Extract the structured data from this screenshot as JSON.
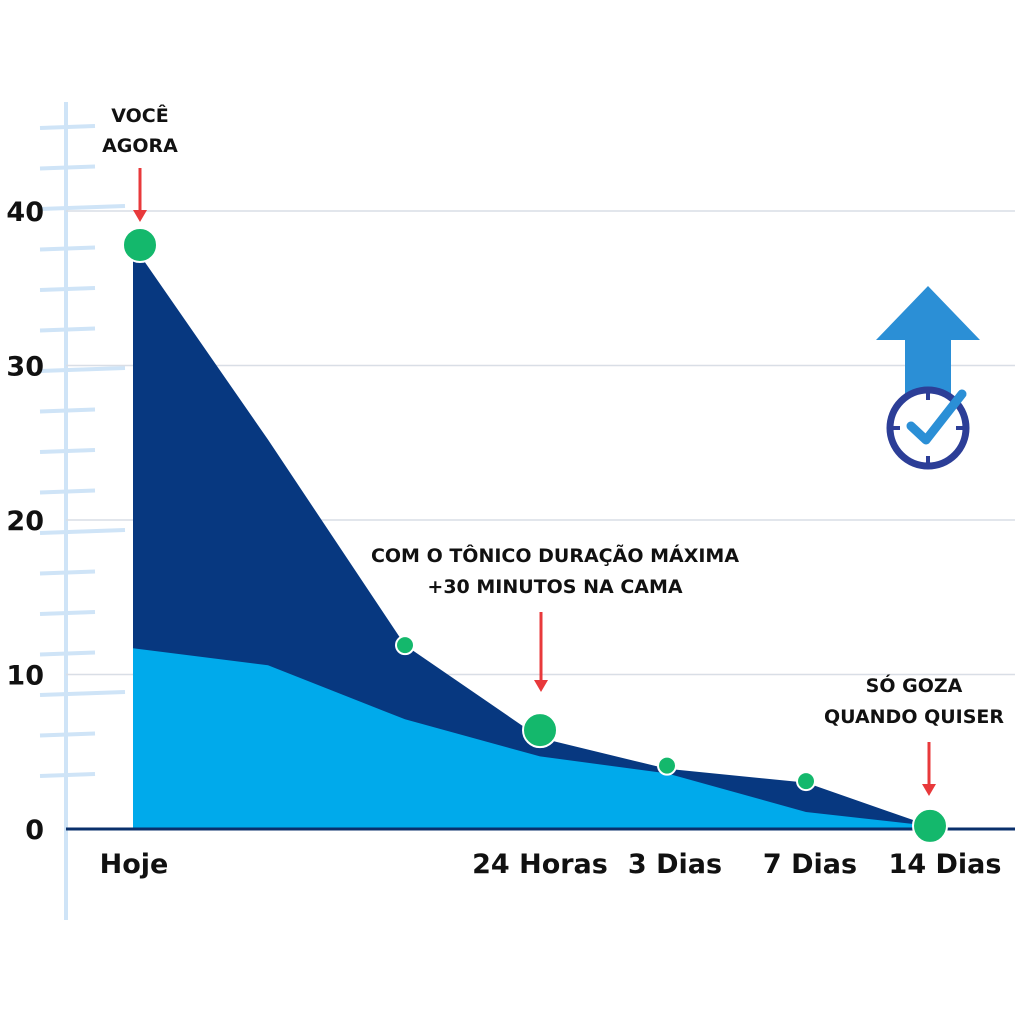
{
  "chart_data": {
    "type": "area",
    "title": "",
    "xlabel": "",
    "ylabel": "",
    "ylim": [
      0,
      40
    ],
    "yticks": [
      0,
      10,
      20,
      30,
      40
    ],
    "grid": true,
    "x_tick_labels": [
      "Hoje",
      "24 Horas",
      "3 Dias",
      "7 Dias",
      "14 Dias"
    ],
    "x": [
      "Hoje",
      "",
      "",
      "24 Horas",
      "3 Dias",
      "7 Dias",
      "14 Dias"
    ],
    "series": [
      {
        "values": [
          37.8,
          25.2,
          11.9,
          5.9,
          3.9,
          3.0,
          0.2
        ]
      },
      {
        "values": [
          11.7,
          10.6,
          7.1,
          4.7,
          3.6,
          1.1,
          0.2
        ]
      }
    ],
    "markers": [
      {
        "x": "Hoje",
        "y": 37.8,
        "size": "large"
      },
      {
        "x": 2,
        "y": 11.9,
        "size": "small"
      },
      {
        "x": "24 Horas",
        "y": 6.4,
        "size": "large"
      },
      {
        "x": "3 Dias",
        "y": 4.1,
        "size": "small"
      },
      {
        "x": "7 Dias",
        "y": 3.1,
        "size": "small"
      },
      {
        "x": "14 Dias",
        "y": 0.2,
        "size": "large"
      }
    ],
    "annotations": [
      {
        "lines": [
          "VOCÊ",
          "AGORA"
        ],
        "points_to": "Hoje"
      },
      {
        "lines": [
          "COM O TÔNICO DURAÇÃO MÁXIMA",
          "+30 MINUTOS NA CAMA"
        ],
        "points_to": "24 Horas"
      },
      {
        "lines": [
          "SÓ GOZA",
          "QUANDO QUISER"
        ],
        "points_to": "14 Dias"
      }
    ],
    "colors": {
      "outer_area": "#073880",
      "inner_area": "#00aaeb",
      "marker": "#14b86c",
      "arrow": "#e8393b",
      "grid": "#d9dee6",
      "baseline": "#0a2f6b",
      "ruler": "#cfe4f7"
    }
  },
  "decoration": {
    "icon": "upward-arrow-clock-check-icon",
    "colors": {
      "arrow": "#2b8fd6",
      "clock": "#2c3e97",
      "check": "#2b8fd6"
    }
  }
}
